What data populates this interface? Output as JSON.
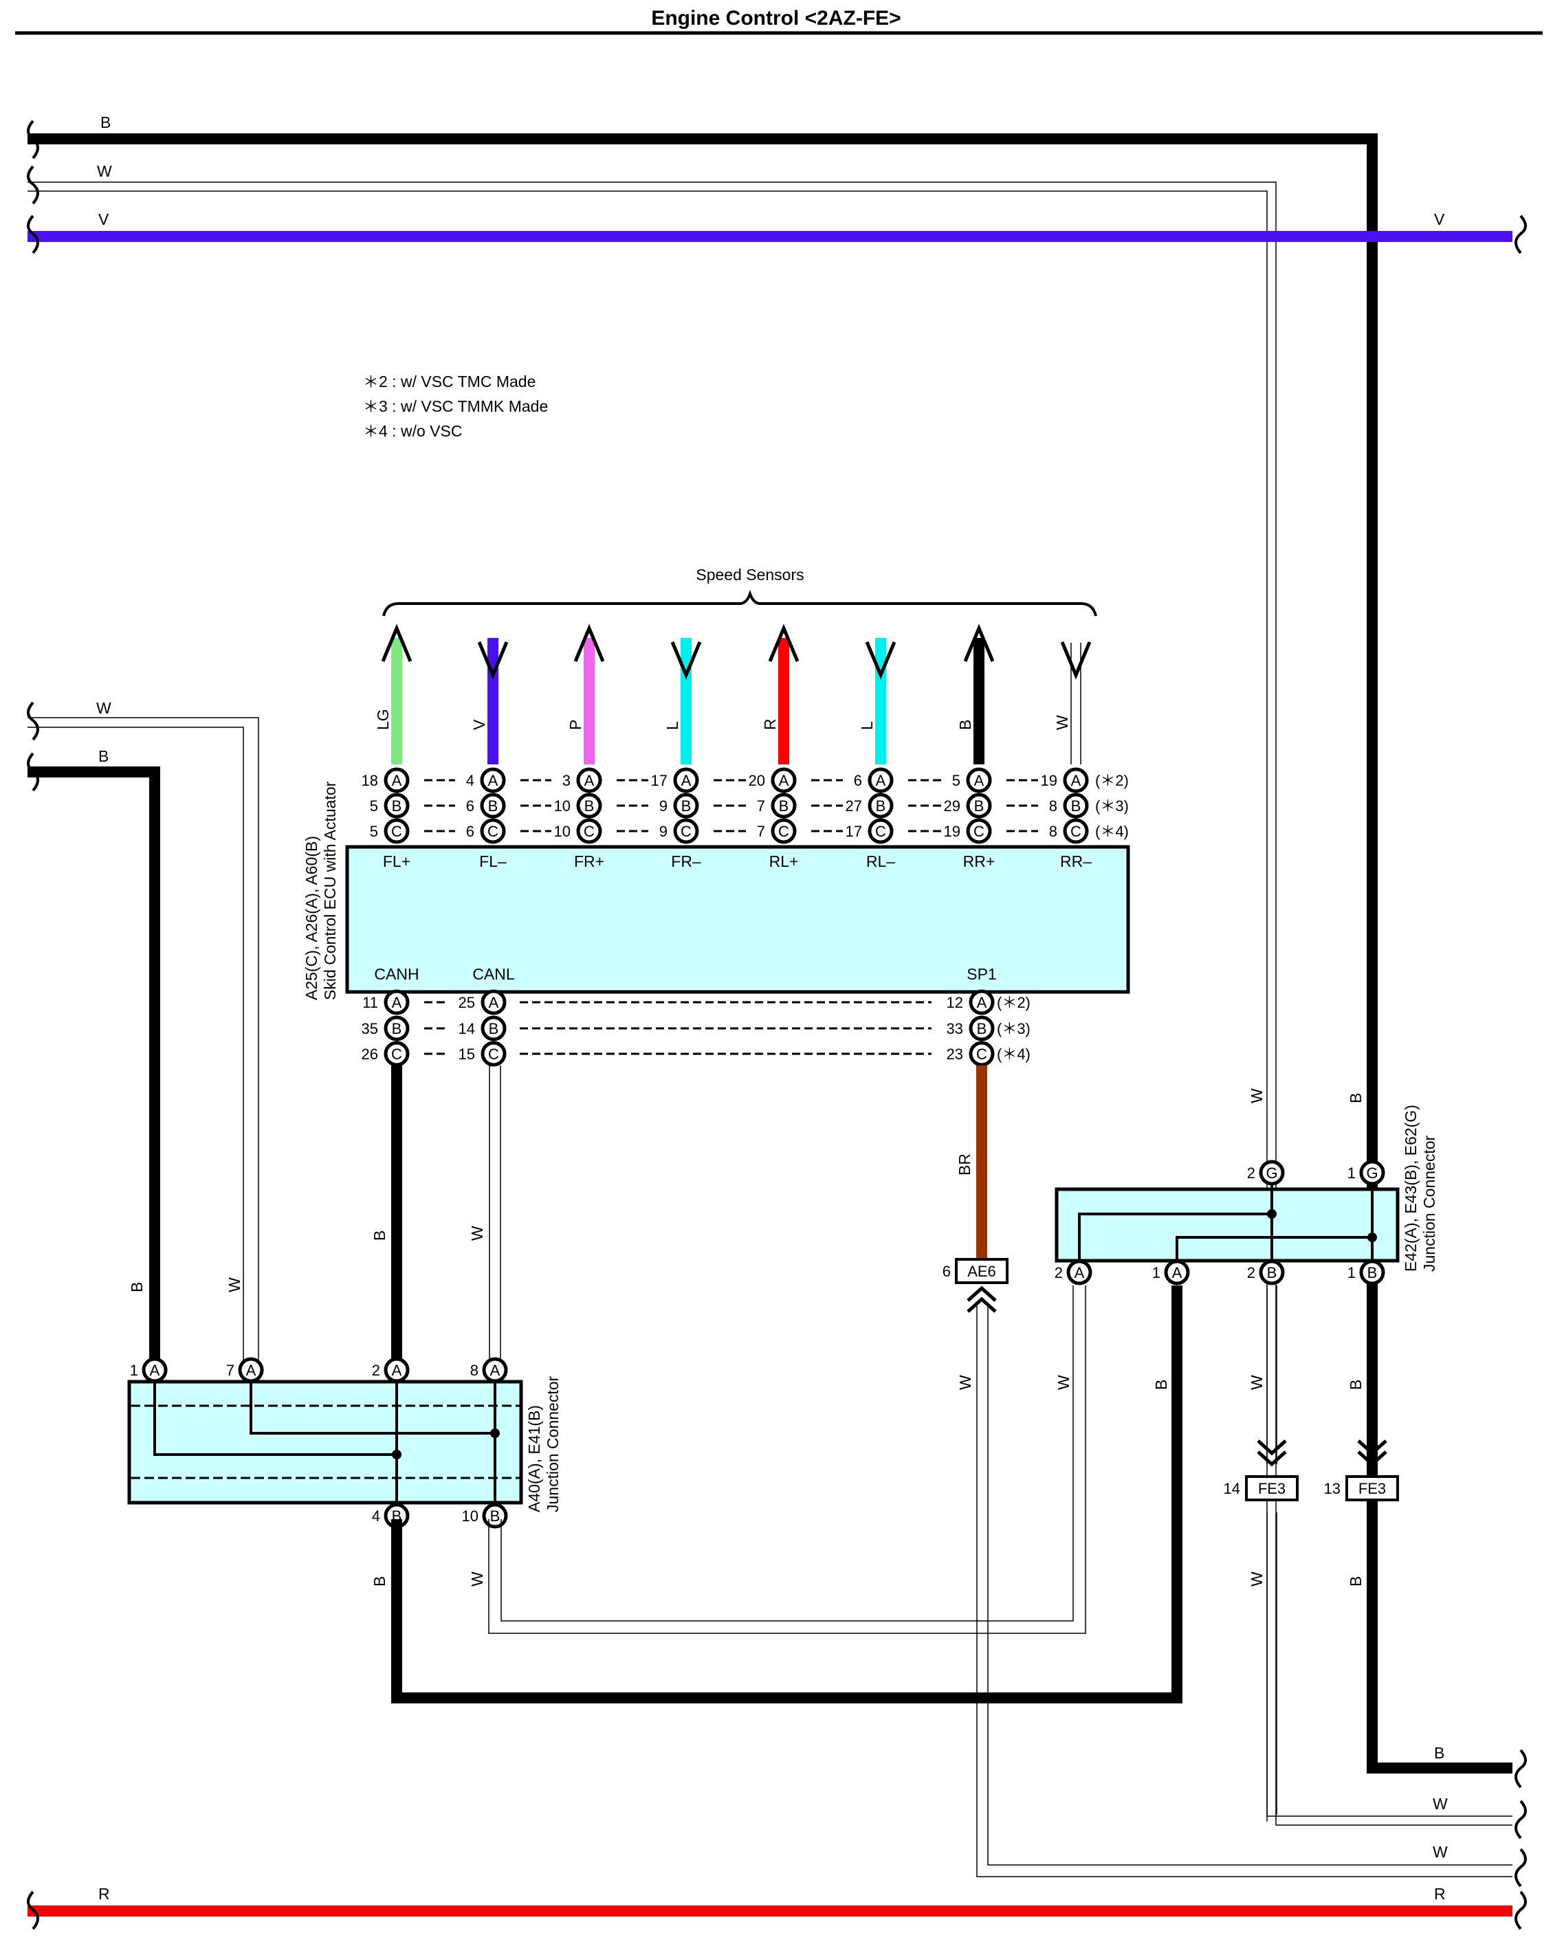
{
  "title": "Engine Control <2AZ-FE>",
  "colors": {
    "B": "#000000",
    "W": "#c8c8c8",
    "V": "#4a10ee",
    "R": "#ff0000",
    "LG": "#7ee87e",
    "P": "#ee66ee",
    "L": "#00f0f0",
    "BR": "#993300",
    "box_fill": "#ccffff"
  },
  "notes": [
    "＊2 : w/ VSC TMC Made",
    "＊3 : w/ VSC TMMK Made",
    "＊4 : w/o VSC"
  ],
  "wire_labels": {
    "top_b": "B",
    "top_w": "W",
    "top_v": "V",
    "right_v": "V",
    "left_w": "W",
    "left_b": "B",
    "left_b_vert": "B",
    "left_w_vert": "W",
    "canh_b": "B",
    "canl_w": "W",
    "sp1_br": "BR",
    "e42_w_top": "W",
    "e42_b_top": "B",
    "j2a_w": "W",
    "j1a_b": "B",
    "j2b_w": "W",
    "j1b_b": "B",
    "ae6_w": "W",
    "a40_4_b": "B",
    "a40_10_w": "W",
    "fe3_14_w": "W",
    "fe3_13_b": "B",
    "bottom_b": "B",
    "bottom_w1": "W",
    "bottom_w2": "W",
    "bottom_r_left": "R",
    "bottom_r_right": "R"
  },
  "speed_sensors": {
    "label": "Speed Sensors",
    "wires": [
      {
        "color_code": "LG",
        "direction": "up"
      },
      {
        "color_code": "V",
        "direction": "down"
      },
      {
        "color_code": "P",
        "direction": "up"
      },
      {
        "color_code": "L",
        "direction": "down"
      },
      {
        "color_code": "R",
        "direction": "up"
      },
      {
        "color_code": "L",
        "direction": "down"
      },
      {
        "color_code": "B",
        "direction": "up"
      },
      {
        "color_code": "W",
        "direction": "down"
      }
    ]
  },
  "ecu": {
    "connector_name": "A25(C), A26(A), A60(B)",
    "description": "Skid Control ECU with Actuator",
    "top_terminals": [
      "FL+",
      "FL–",
      "FR+",
      "FR–",
      "RL+",
      "RL–",
      "RR+",
      "RR–"
    ],
    "top_pins": {
      "A": [
        "18",
        "4",
        "3",
        "17",
        "20",
        "6",
        "5",
        "19"
      ],
      "B": [
        "5",
        "6",
        "10",
        "9",
        "7",
        "27",
        "29",
        "8"
      ],
      "C": [
        "5",
        "6",
        "10",
        "9",
        "7",
        "17",
        "19",
        "8"
      ]
    },
    "bottom_terminals": [
      "CANH",
      "CANL",
      "SP1"
    ],
    "bottom_pins": {
      "A": [
        "11",
        "25",
        "12"
      ],
      "B": [
        "35",
        "14",
        "33"
      ],
      "C": [
        "26",
        "15",
        "23"
      ]
    },
    "variants": [
      "(＊2)",
      "(＊3)",
      "(＊4)"
    ]
  },
  "a40": {
    "connector_name": "A40(A), E41(B)",
    "description": "Junction Connector",
    "top_pins": [
      "1",
      "7",
      "2",
      "8"
    ],
    "bottom_pins": [
      "4",
      "10"
    ]
  },
  "e42": {
    "connector_name": "E42(A), E43(B), E62(G)",
    "description": "Junction Connector",
    "top_pins": [
      "2",
      "1"
    ],
    "bottom_pins": [
      "2",
      "1",
      "2",
      "1"
    ]
  },
  "connectors": {
    "ae6": {
      "pin": "6",
      "name": "AE6"
    },
    "fe3_left": {
      "pin": "14",
      "name": "FE3"
    },
    "fe3_right": {
      "pin": "13",
      "name": "FE3"
    }
  },
  "letters": {
    "A": "A",
    "B": "B",
    "C": "C",
    "G": "G"
  }
}
